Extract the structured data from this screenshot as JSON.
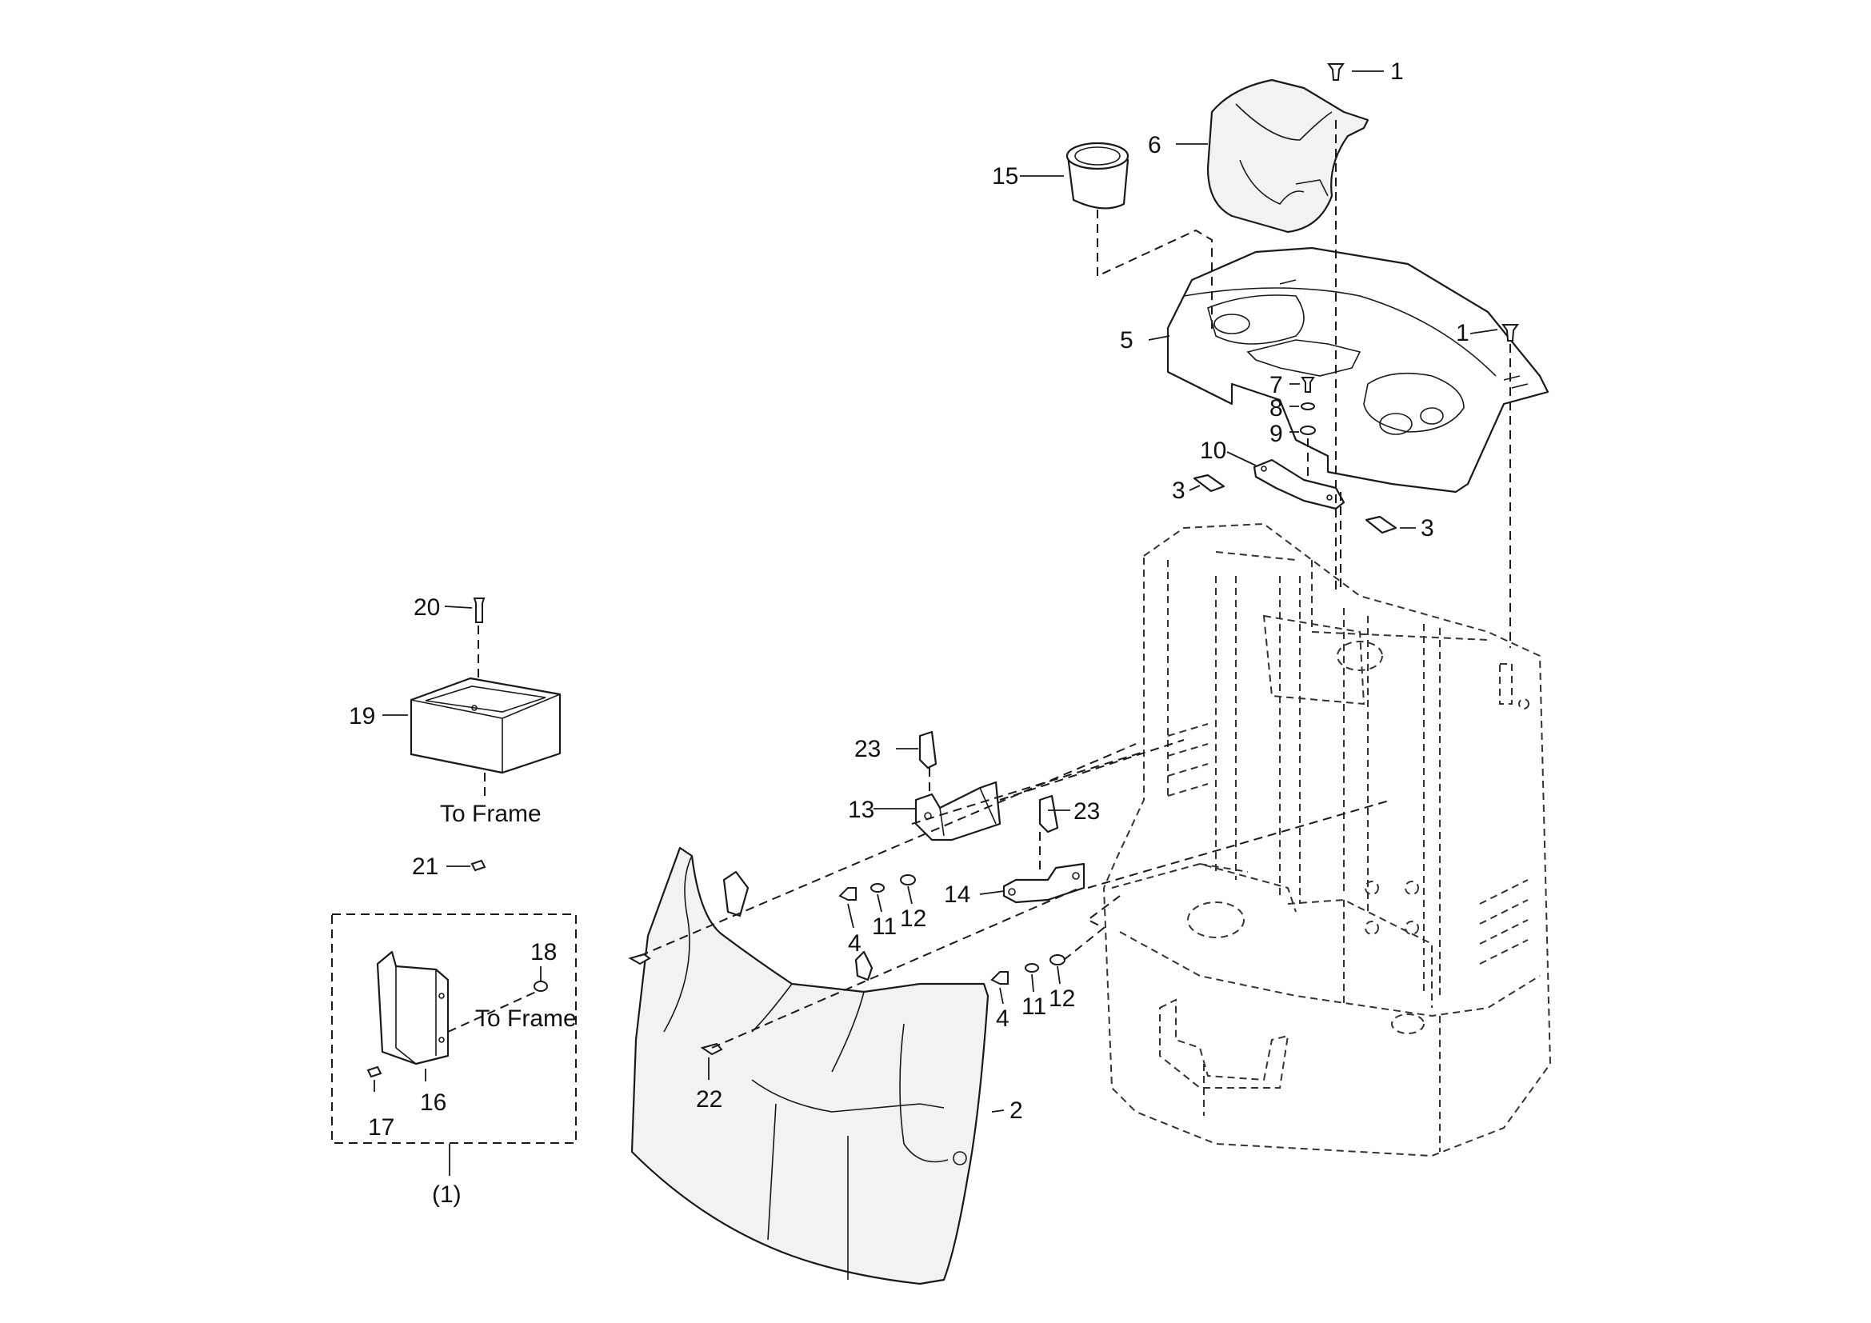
{
  "callouts": {
    "c1a": "1",
    "c1b": "1",
    "c2": "2",
    "c3a": "3",
    "c3b": "3",
    "c4a": "4",
    "c4b": "4",
    "c5": "5",
    "c6": "6",
    "c7": "7",
    "c8": "8",
    "c9": "9",
    "c10": "10",
    "c11a": "11",
    "c11b": "11",
    "c12a": "12",
    "c12b": "12",
    "c13": "13",
    "c14": "14",
    "c15": "15",
    "c16": "16",
    "c17": "17",
    "c18": "18",
    "c19": "19",
    "c20": "20",
    "c21": "21",
    "c22": "22",
    "c23a": "23",
    "c23b": "23",
    "kit": "(1)"
  },
  "notes": {
    "to_frame_tray": "To Frame",
    "to_frame_kit": "To Frame"
  }
}
